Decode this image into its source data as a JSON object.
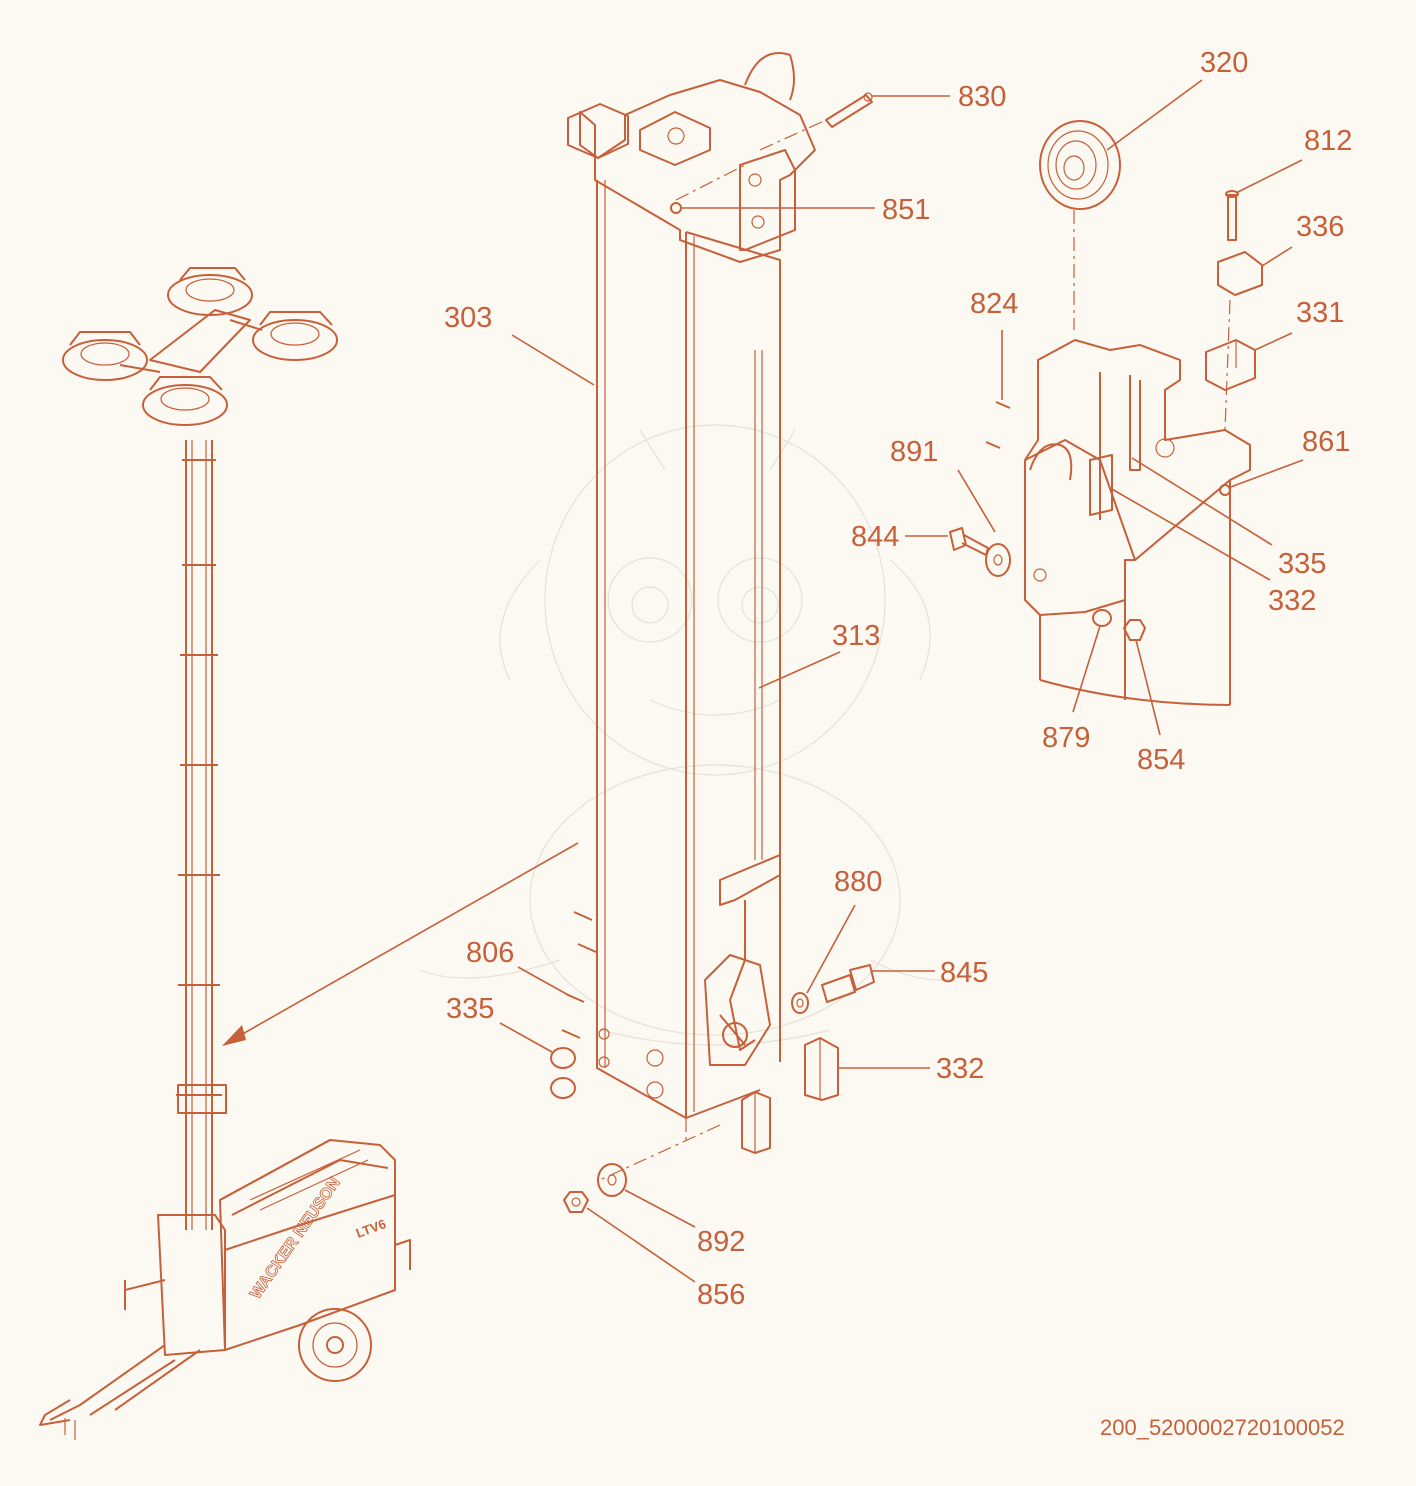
{
  "callouts": [
    {
      "id": "c-830",
      "text": "830"
    },
    {
      "id": "c-851",
      "text": "851"
    },
    {
      "id": "c-303",
      "text": "303"
    },
    {
      "id": "c-313",
      "text": "313"
    },
    {
      "id": "c-880",
      "text": "880"
    },
    {
      "id": "c-806",
      "text": "806"
    },
    {
      "id": "c-335a",
      "text": "335"
    },
    {
      "id": "c-845",
      "text": "845"
    },
    {
      "id": "c-332a",
      "text": "332"
    },
    {
      "id": "c-892",
      "text": "892"
    },
    {
      "id": "c-856",
      "text": "856"
    },
    {
      "id": "c-320",
      "text": "320"
    },
    {
      "id": "c-812",
      "text": "812"
    },
    {
      "id": "c-336",
      "text": "336"
    },
    {
      "id": "c-824",
      "text": "824"
    },
    {
      "id": "c-331",
      "text": "331"
    },
    {
      "id": "c-891",
      "text": "891"
    },
    {
      "id": "c-861",
      "text": "861"
    },
    {
      "id": "c-844",
      "text": "844"
    },
    {
      "id": "c-335b",
      "text": "335"
    },
    {
      "id": "c-332b",
      "text": "332"
    },
    {
      "id": "c-879",
      "text": "879"
    },
    {
      "id": "c-854",
      "text": "854"
    }
  ],
  "document_id": "200_5200002720100052",
  "logo": {
    "brand_text": "WACKER NEUSON",
    "model_text": "LTV6"
  },
  "colors": {
    "line": "#c6603a",
    "background": "#fcf9f2",
    "watermark": "#e6e1d8"
  }
}
